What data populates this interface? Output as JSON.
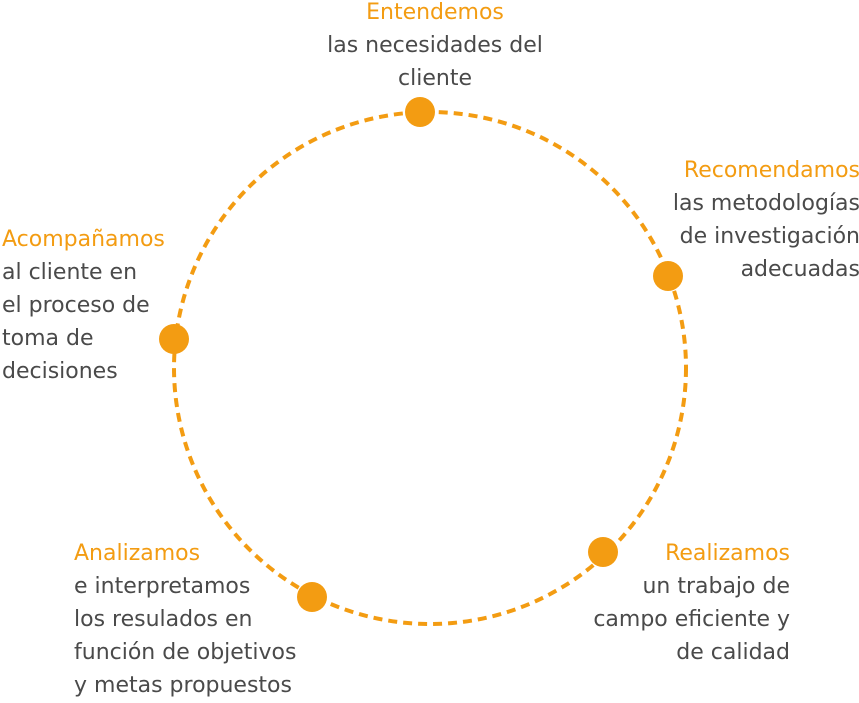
{
  "accent_color": "#f39c12",
  "text_color": "#4a4a4a",
  "steps": [
    {
      "title": "Entendemos",
      "lines": [
        "las necesidades del",
        "cliente"
      ]
    },
    {
      "title": "Recomendamos",
      "lines": [
        "las metodologías",
        "de investigación",
        "adecuadas"
      ]
    },
    {
      "title": "Realizamos",
      "lines": [
        "un trabajo de",
        "campo eficiente y",
        "de calidad"
      ]
    },
    {
      "title": "Analizamos",
      "lines": [
        "e interpretamos",
        "los resulados en",
        "función de objetivos",
        "y metas propuestos"
      ]
    },
    {
      "title": "Acompañamos",
      "lines": [
        "al cliente en",
        "el proceso de",
        "toma de",
        "decisiones"
      ]
    }
  ]
}
